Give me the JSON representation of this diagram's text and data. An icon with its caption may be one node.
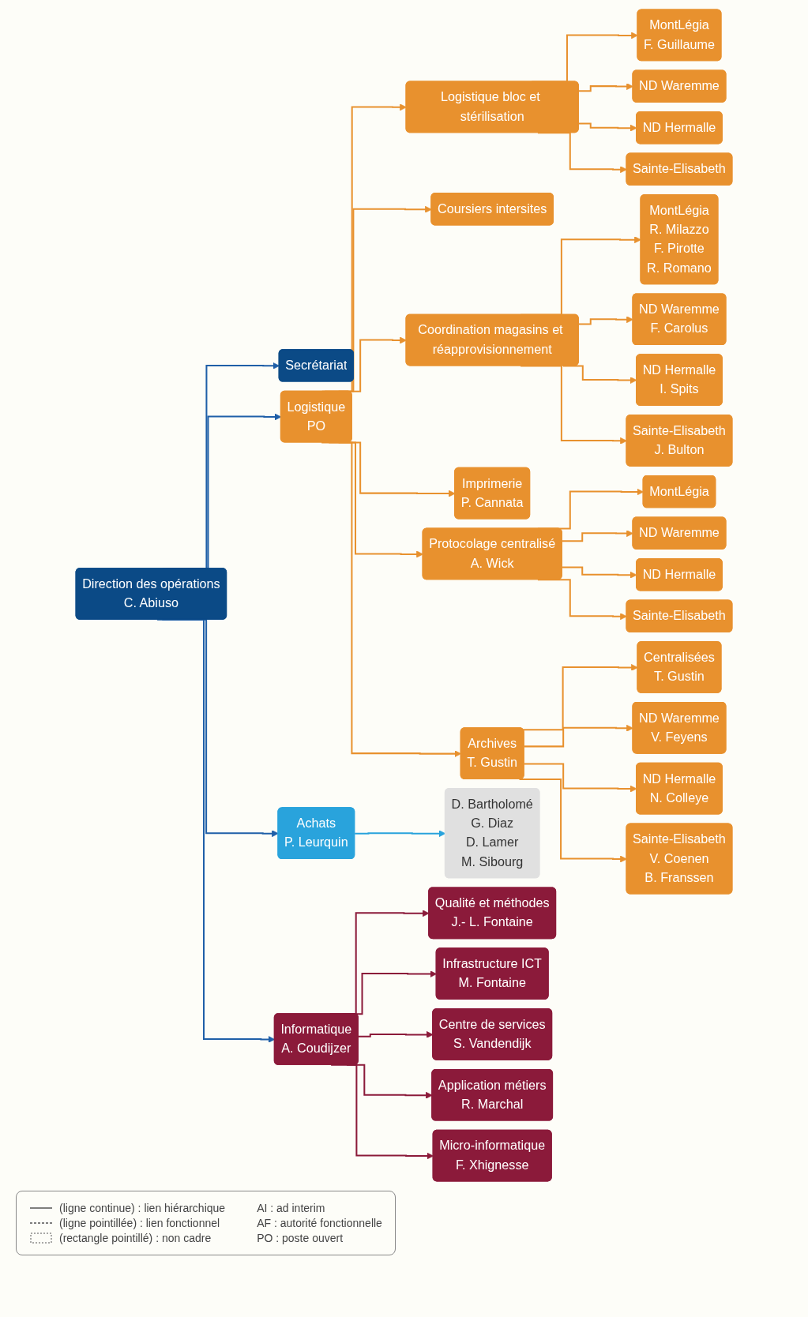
{
  "diagram": {
    "nodes": [
      {
        "text": [
          "Direction des opérations",
          "C. Abiuso"
        ]
      },
      {
        "text": [
          "Secrétariat"
        ]
      },
      {
        "text": [
          "Logistique",
          "PO"
        ]
      },
      {
        "text": [
          "Achats",
          "P. Leurquin"
        ]
      },
      {
        "text": [
          "Informatique",
          "A. Coudijzer"
        ]
      },
      {
        "text": [
          "Logistique bloc et stérilisation"
        ]
      },
      {
        "text": [
          "MontLégia",
          "F. Guillaume"
        ]
      },
      {
        "text": [
          "ND Waremme"
        ]
      },
      {
        "text": [
          "ND Hermalle"
        ]
      },
      {
        "text": [
          "Sainte-Elisabeth"
        ]
      },
      {
        "text": [
          "Coursiers intersites"
        ]
      },
      {
        "text": [
          "Coordination magasins et réapprovisionnement"
        ]
      },
      {
        "text": [
          "MontLégia",
          "R. Milazzo",
          "F. Pirotte",
          "R. Romano"
        ]
      },
      {
        "text": [
          "ND Waremme",
          "F. Carolus"
        ]
      },
      {
        "text": [
          "ND Hermalle",
          "I. Spits"
        ]
      },
      {
        "text": [
          "Sainte-Elisabeth",
          "J. Bulton"
        ]
      },
      {
        "text": [
          "Imprimerie",
          "P. Cannata"
        ]
      },
      {
        "text": [
          "Protocolage centralisé",
          "A. Wick"
        ]
      },
      {
        "text": [
          "MontLégia"
        ]
      },
      {
        "text": [
          "ND Waremme"
        ]
      },
      {
        "text": [
          "ND Hermalle"
        ]
      },
      {
        "text": [
          "Sainte-Elisabeth"
        ]
      },
      {
        "text": [
          "Archives",
          "T. Gustin"
        ]
      },
      {
        "text": [
          "Centralisées",
          "T. Gustin"
        ]
      },
      {
        "text": [
          "ND Waremme",
          "V. Feyens"
        ]
      },
      {
        "text": [
          "ND Hermalle",
          "N. Colleye"
        ]
      },
      {
        "text": [
          "Sainte-Elisabeth",
          "V. Coenen",
          "B. Franssen"
        ]
      },
      {
        "text": [
          "D. Bartholomé",
          "G. Diaz",
          "D. Lamer",
          "M. Sibourg"
        ]
      },
      {
        "text": [
          "Qualité et méthodes",
          "J.- L. Fontaine"
        ]
      },
      {
        "text": [
          "Infrastructure ICT",
          "M. Fontaine"
        ]
      },
      {
        "text": [
          "Centre de services",
          "S. Vandendijk"
        ]
      },
      {
        "text": [
          "Application métiers",
          "R. Marchal"
        ]
      },
      {
        "text": [
          "Micro-informatique",
          "F. Xhignesse"
        ]
      }
    ],
    "edges": [
      {
        "from": 0,
        "to": 1,
        "arrow": "to",
        "color": "#1f5fa8"
      },
      {
        "from": 0,
        "to": 2,
        "arrow": "to",
        "color": "#1f5fa8"
      },
      {
        "from": 0,
        "to": 3,
        "arrow": "to",
        "color": "#1f5fa8"
      },
      {
        "from": 0,
        "to": 4,
        "arrow": "to",
        "color": "#1f5fa8"
      },
      {
        "from": 2,
        "to": 5,
        "arrow": "to"
      },
      {
        "from": 2,
        "to": 10,
        "arrow": "to"
      },
      {
        "from": 2,
        "to": 11,
        "arrow": "to"
      },
      {
        "from": 2,
        "to": 16,
        "arrow": "to"
      },
      {
        "from": 2,
        "to": 17,
        "arrow": "to"
      },
      {
        "from": 2,
        "to": 22,
        "arrow": "to"
      },
      {
        "from": 5,
        "to": 6,
        "arrow": "to"
      },
      {
        "from": 5,
        "to": 7,
        "arrow": "to"
      },
      {
        "from": 5,
        "to": 8,
        "arrow": "to"
      },
      {
        "from": 5,
        "to": 9,
        "arrow": "to"
      },
      {
        "from": 11,
        "to": 12,
        "arrow": "to"
      },
      {
        "from": 11,
        "to": 13,
        "arrow": "to"
      },
      {
        "from": 11,
        "to": 14,
        "arrow": "to"
      },
      {
        "from": 11,
        "to": 15,
        "arrow": "to"
      },
      {
        "from": 17,
        "to": 18,
        "arrow": "to"
      },
      {
        "from": 17,
        "to": 19,
        "arrow": "to"
      },
      {
        "from": 17,
        "to": 20,
        "arrow": "to"
      },
      {
        "from": 17,
        "to": 21,
        "arrow": "to"
      },
      {
        "from": 22,
        "to": 23,
        "arrow": "to"
      },
      {
        "from": 22,
        "to": 24,
        "arrow": "to"
      },
      {
        "from": 22,
        "to": 25,
        "arrow": "to"
      },
      {
        "from": 22,
        "to": 26,
        "arrow": "to"
      },
      {
        "from": 3,
        "to": 27,
        "arrow": "to",
        "color": "#29a3dc"
      },
      {
        "from": 4,
        "to": 28,
        "arrow": "to",
        "color": "#8b1a3a"
      },
      {
        "from": 4,
        "to": 29,
        "arrow": "to",
        "color": "#8b1a3a"
      },
      {
        "from": 4,
        "to": 30,
        "arrow": "to",
        "color": "#8b1a3a"
      },
      {
        "from": 4,
        "to": 31,
        "arrow": "to",
        "color": "#8b1a3a"
      },
      {
        "from": 4,
        "to": 32,
        "arrow": "to",
        "color": "#8b1a3a"
      }
    ],
    "labels": [
      "AI : ad interim",
      "AF : autorité fonctionnelle",
      "PO : poste ouvert"
    ],
    "legend": [
      {
        "text": "(ligne continue) : lien hiérarchique"
      },
      {
        "text": "(ligne pointillée) : lien fonctionnel"
      },
      {
        "text": "(rectangle pointillé) : non cadre"
      }
    ]
  }
}
